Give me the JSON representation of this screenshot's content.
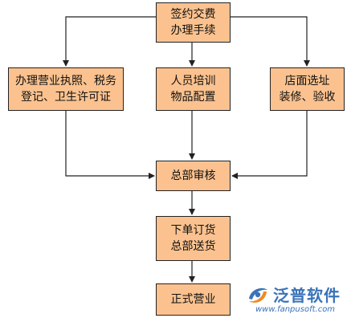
{
  "colors": {
    "node_fill": "#fbc28f",
    "node_border": "#222222",
    "edge": "#222222",
    "logo_blue": "#3a73b8",
    "logo_orange": "#f08a24"
  },
  "nodes": {
    "sign_pay": [
      "签约交费",
      "办理手续"
    ],
    "license": [
      "办理营业执照、税务",
      "登记、卫生许可证"
    ],
    "training": [
      "人员培训",
      "物品配置"
    ],
    "store": [
      "店面选址",
      "装修、验收"
    ],
    "hq_review": [
      "总部审核"
    ],
    "order": [
      "下单订货",
      "总部送货"
    ],
    "opening": [
      "正式营业"
    ]
  },
  "logo": {
    "name": "泛普软件",
    "url": "www.fanpusoft.com",
    "icon": "fanpu-logo-mark"
  }
}
